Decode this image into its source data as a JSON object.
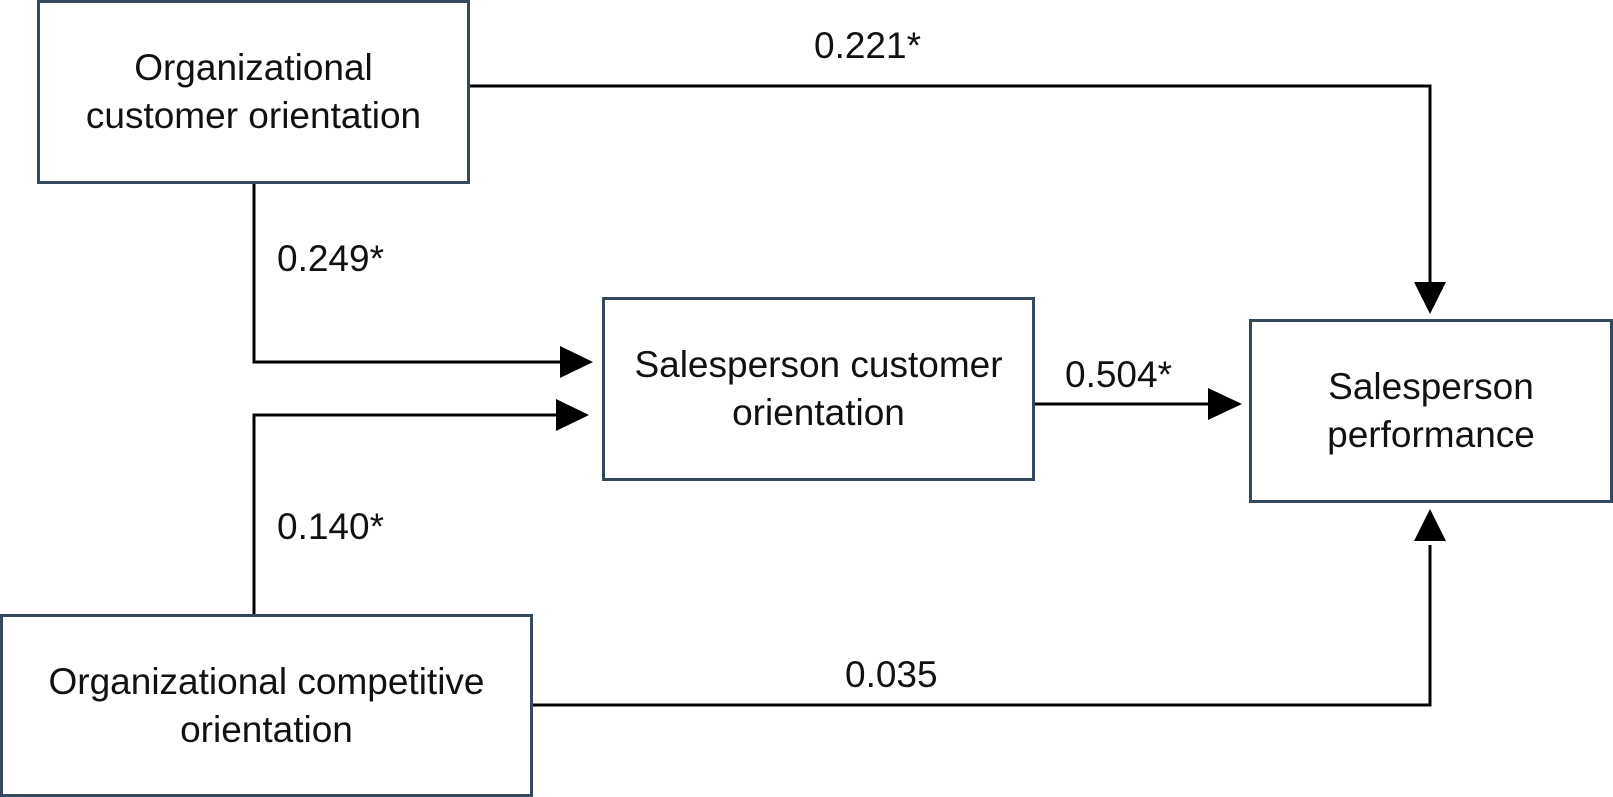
{
  "nodes": {
    "org_customer_orientation": [
      "Organizational",
      "customer orientation"
    ],
    "salesperson_customer_orientation": [
      "Salesperson customer",
      "orientation"
    ],
    "salesperson_performance": [
      "Salesperson",
      "performance"
    ],
    "org_competitive_orientation": [
      "Organizational competitive",
      "orientation"
    ]
  },
  "edges": [
    {
      "from": "Organizational customer orientation",
      "to": "Salesperson performance",
      "label": "0.221*"
    },
    {
      "from": "Organizational customer orientation",
      "to": "Salesperson customer orientation",
      "label": "0.249*"
    },
    {
      "from": "Salesperson customer orientation",
      "to": "Salesperson performance",
      "label": "0.504*"
    },
    {
      "from": "Organizational competitive orientation",
      "to": "Salesperson customer orientation",
      "label": "0.140*"
    },
    {
      "from": "Organizational competitive orientation",
      "to": "Salesperson performance",
      "label": "0.035"
    }
  ],
  "colors": {
    "box_border": "#34495e",
    "arrow": "#000000",
    "text": "#111111",
    "background": "#ffffff"
  }
}
